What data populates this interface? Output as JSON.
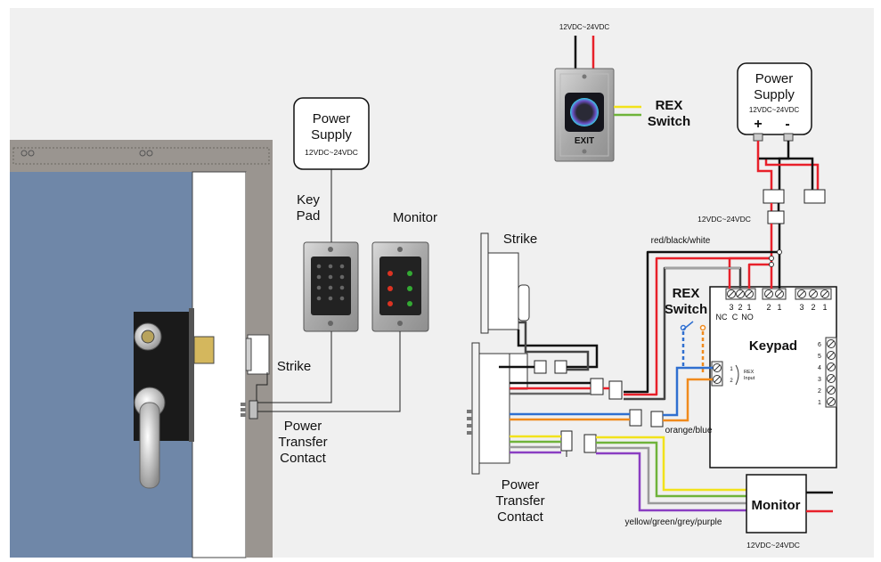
{
  "left_scene": {
    "power_supply": {
      "title_line1": "Power",
      "title_line2": "Supply",
      "voltage": "12VDC~24VDC"
    },
    "keypad_label_line1": "Key",
    "keypad_label_line2": "Pad",
    "monitor_label": "Monitor",
    "strike_label": "Strike",
    "transfer_label_line1": "Power",
    "transfer_label_line2": "Transfer",
    "transfer_label_line3": "Contact"
  },
  "right_scene": {
    "exit_button": {
      "voltage": "12VDC~24VDC",
      "exit_text": "EXIT",
      "rex_line1": "REX",
      "rex_line2": "Switch"
    },
    "power_supply": {
      "title_line1": "Power",
      "title_line2": "Supply",
      "voltage": "12VDC~24VDC",
      "plus": "+",
      "minus": "-"
    },
    "voltage_label_mid": "12VDC~24VDC",
    "strike_label": "Strike",
    "wire_label_rbw": "red/black/white",
    "rex_line1": "REX",
    "rex_line2": "Switch",
    "keypad": {
      "title": "Keypad",
      "top_left_terminal_numbers": [
        "3",
        "2",
        "1"
      ],
      "top_left_terminal_labels": [
        "NC",
        "C",
        "NO"
      ],
      "power_terminal_numbers": [
        "2",
        "1"
      ],
      "top_right_terminal_numbers": [
        "3",
        "2",
        "1"
      ],
      "right_terminal_numbers": [
        "6",
        "5",
        "4",
        "3",
        "2",
        "1"
      ],
      "rex_input_numbers": [
        "1",
        "2"
      ],
      "rex_input_line1": "REX",
      "rex_input_line2": "Input"
    },
    "wire_label_ob": "orange/blue",
    "transfer_label_line1": "Power",
    "transfer_label_line2": "Transfer",
    "transfer_label_line3": "Contact",
    "monitor": {
      "title": "Monitor",
      "voltage": "12VDC~24VDC"
    },
    "wire_label_yggp": "yellow/green/grey/purple"
  },
  "colors": {
    "background_panel": "#f0f0f0",
    "door": "#6f87a8",
    "frame": "#9a9590",
    "wire_red": "#e8202a",
    "wire_black": "#111111",
    "wire_blue": "#2f6fd0",
    "wire_orange": "#f08a1c",
    "wire_yellow": "#f2e21b",
    "wire_green": "#6fb33a",
    "wire_grey": "#9a9a9a",
    "wire_purple": "#8a3ec2"
  }
}
